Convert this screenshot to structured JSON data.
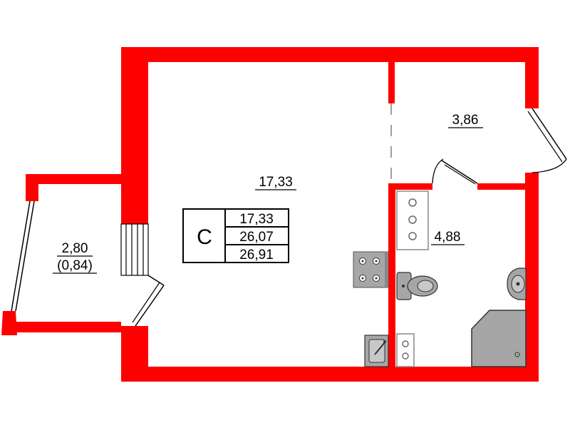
{
  "plan": {
    "colors": {
      "wall": "#ff0000",
      "fixture": "#a6a6a6",
      "outline": "#000000",
      "background": "#ffffff"
    },
    "rooms": {
      "main_room": {
        "area": "17,33"
      },
      "corridor": {
        "area": "3,86"
      },
      "bathroom": {
        "area": "4,88"
      },
      "balcony": {
        "area": "2,80",
        "area_reduced": "(0,84)"
      }
    },
    "legend": {
      "type_letter": "С",
      "living_area": "17,33",
      "total_area": "26,07",
      "total_area_with_balcony": "26,91"
    },
    "fixtures": [
      "stove-icon",
      "toilet-icon",
      "washbasin-icon",
      "shower-tray-icon",
      "kitchen-sink-icon",
      "bathroom-cabinet-icon",
      "kitchen-cabinet-icon"
    ]
  }
}
